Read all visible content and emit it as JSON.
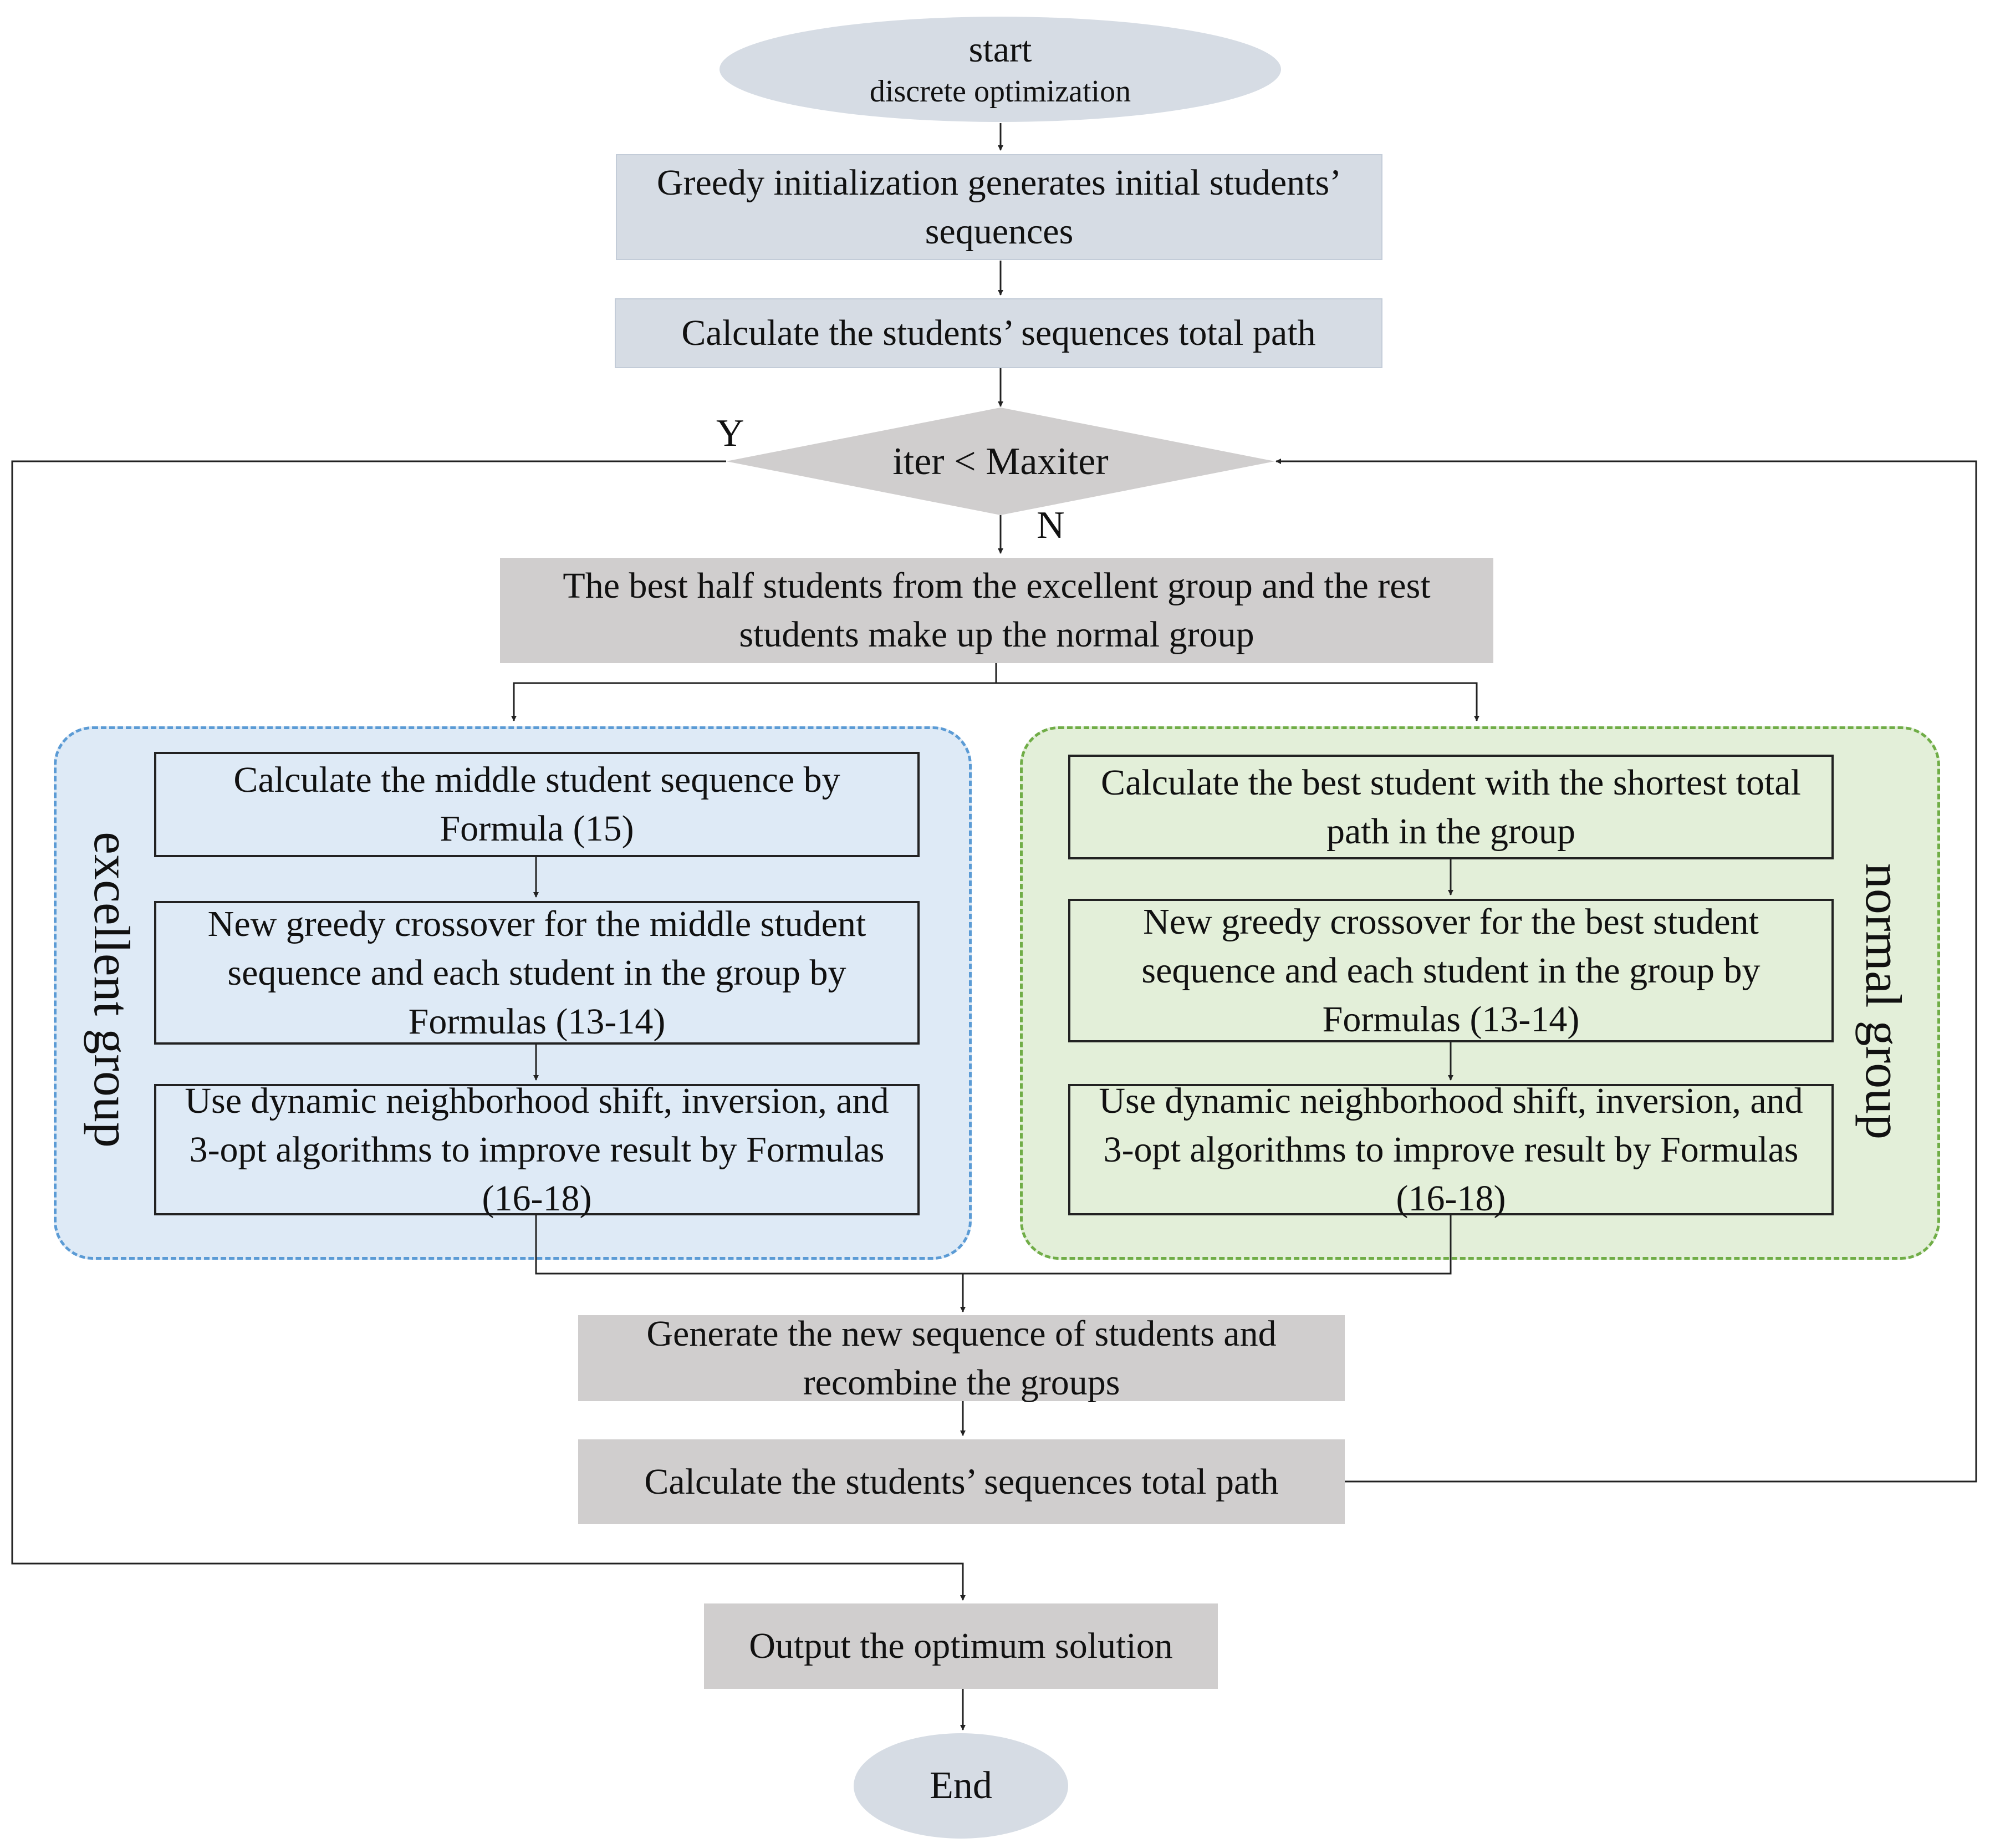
{
  "start": {
    "title": "start",
    "subtitle": "discrete optimization"
  },
  "steps": {
    "init": "Greedy initialization generates initial students’ sequences",
    "calc1": "Calculate the students’ sequences total path",
    "decision": "iter < Maxiter",
    "split": "The best half students from the excellent group and the rest students make up the normal group",
    "generate": "Generate the new sequence of students and recombine the groups",
    "calc2": "Calculate the students’ sequences total path",
    "output": "Output the optimum solution",
    "end": "End"
  },
  "branch_labels": {
    "yes": "Y",
    "no": "N"
  },
  "groups": {
    "excellent": {
      "label": "excellent group",
      "steps": [
        "Calculate the middle student sequence by Formula (15)",
        "New greedy crossover for the middle student sequence and each student in the group by Formulas (13-14)",
        "Use dynamic neighborhood shift, inversion, and 3-opt algorithms to improve result by Formulas (16-18)"
      ]
    },
    "normal": {
      "label": "normal group",
      "steps": [
        "Calculate the best student with the shortest total path in the group",
        "New greedy crossover for the best student sequence and each student in the group by Formulas (13-14)",
        "Use dynamic neighborhood shift, inversion, and 3-opt algorithms to improve result by Formulas (16-18)"
      ]
    }
  },
  "colors": {
    "blue_fill": "#d6dce4",
    "grey_fill": "#d0cece",
    "excellent_fill": "#deeaf6",
    "excellent_border": "#5b9bd5",
    "normal_fill": "#e3efd9",
    "normal_border": "#70ad47",
    "line": "#222222"
  }
}
